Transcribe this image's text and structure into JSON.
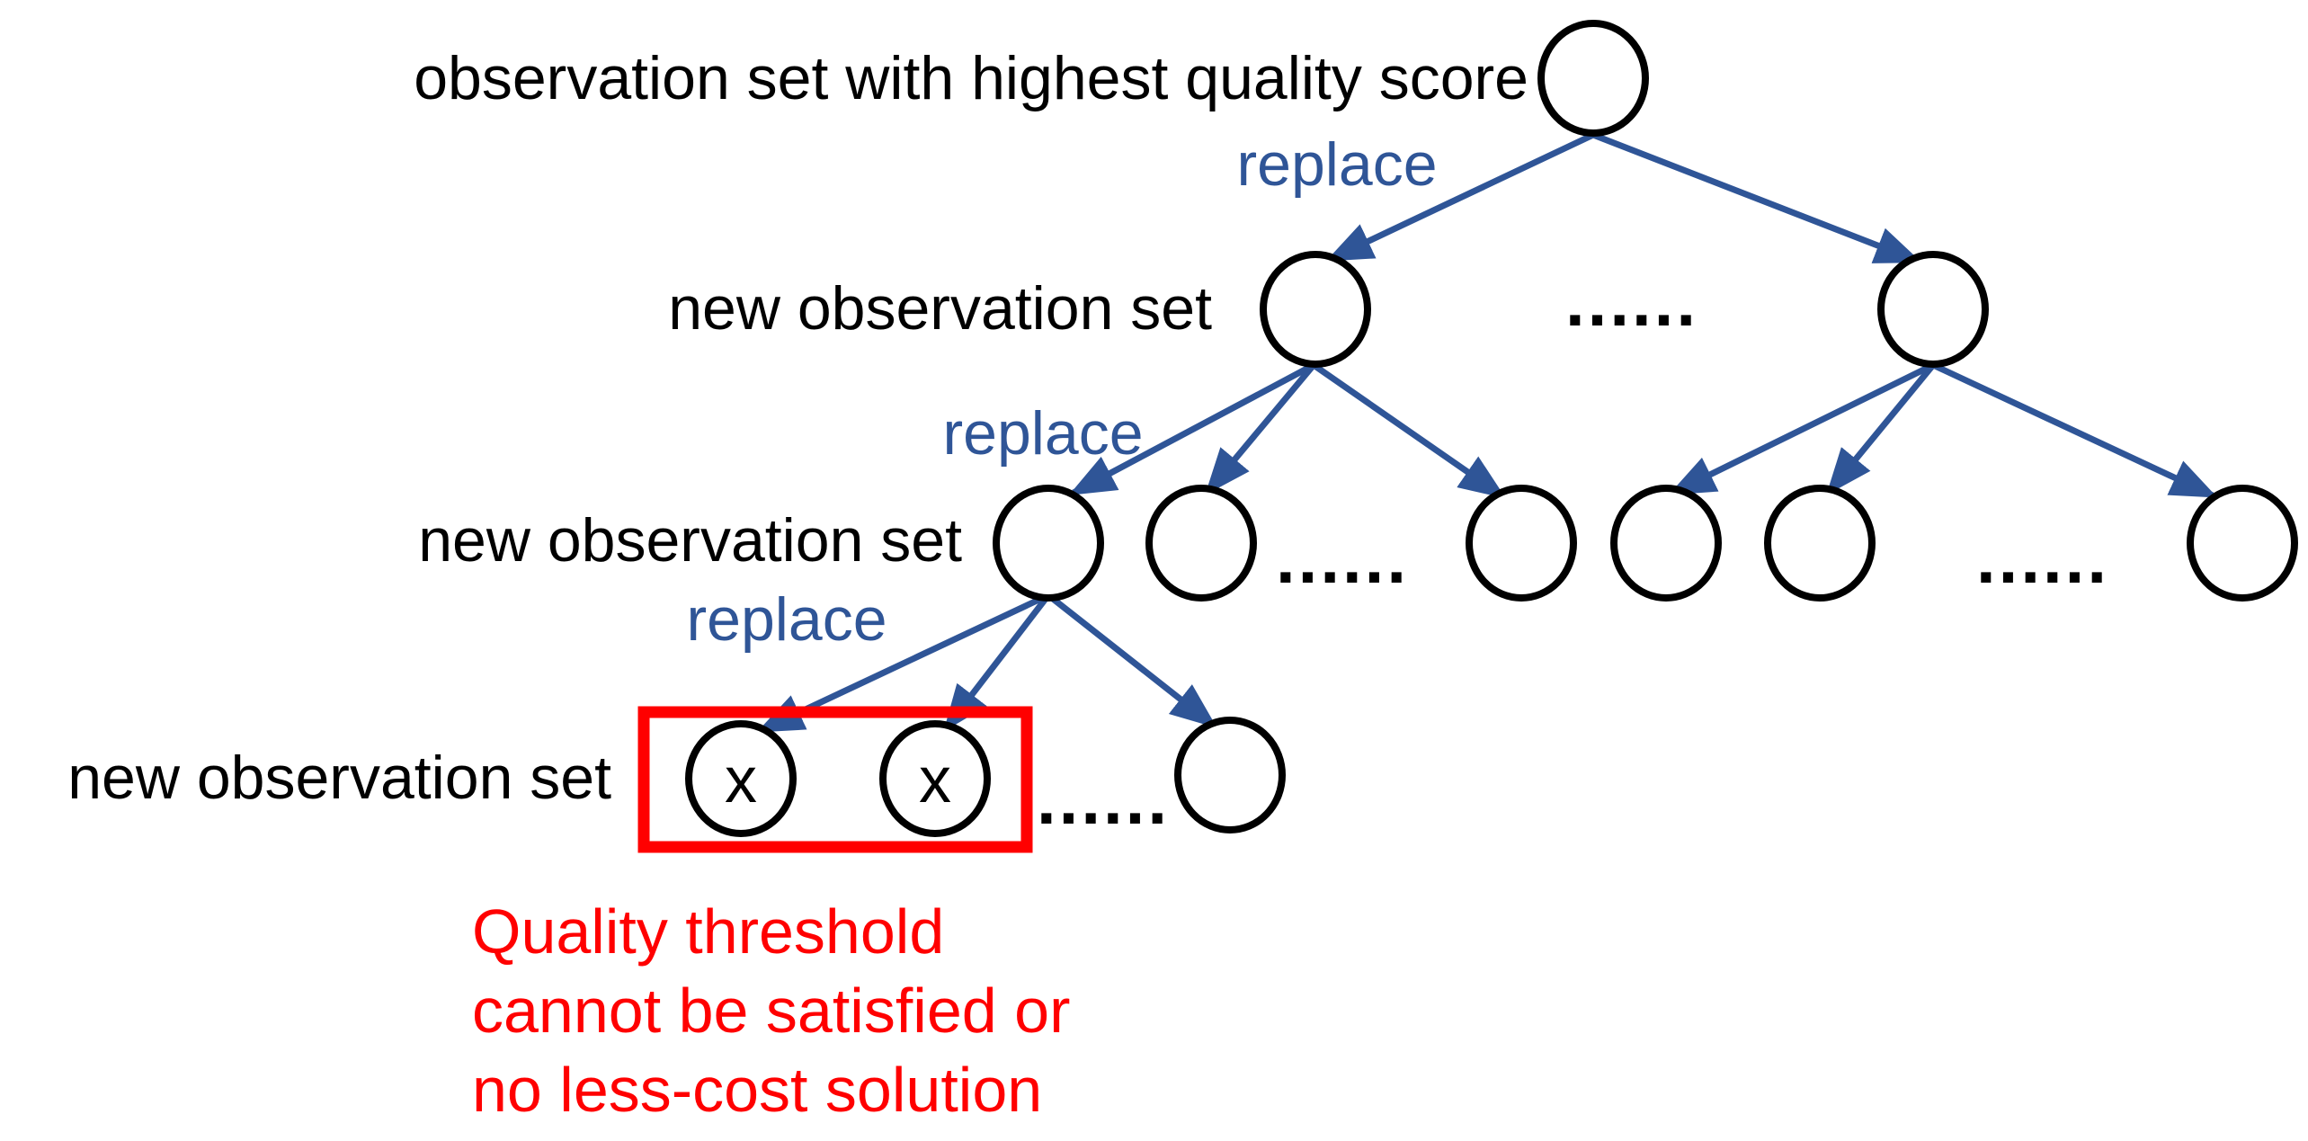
{
  "figure": {
    "title": "observation set with highest quality score",
    "row_labels": {
      "level2": "new observation set",
      "level3": "new observation set",
      "level4": "new observation set"
    },
    "replace_labels": {
      "level1": "replace",
      "level2": "replace",
      "level3": "replace"
    },
    "ellipsis": "......",
    "pruned_node_mark": "x",
    "annotation": {
      "lines": [
        "Quality threshold",
        "cannot be satisfied or",
        "no less-cost solution"
      ]
    },
    "colors": {
      "node_outline": "#000000",
      "arrow_blue": "#2F5597",
      "replace_text_blue": "#2F5597",
      "highlight_red": "#FF0000",
      "label_black": "#000000"
    }
  }
}
